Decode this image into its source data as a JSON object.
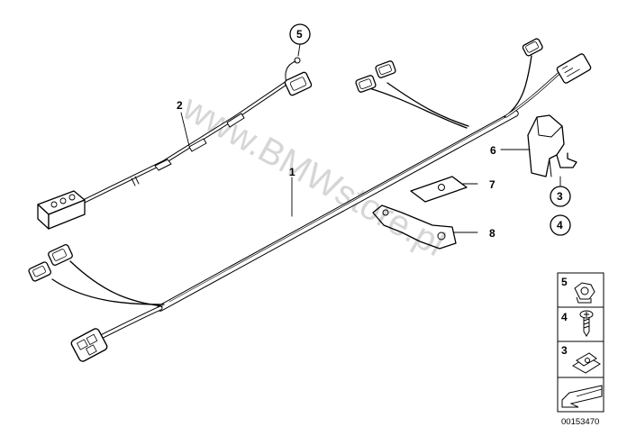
{
  "watermark": "www.BMWstore.pl",
  "callouts": {
    "c1": "1",
    "c2": "2",
    "c5_circle": "5",
    "c6": "6",
    "c7": "7",
    "c8": "8",
    "c3_circle": "3",
    "c4_circle": "4"
  },
  "legend": [
    {
      "number": "5",
      "icon": "hex-nut-icon"
    },
    {
      "number": "4",
      "icon": "screw-icon"
    },
    {
      "number": "3",
      "icon": "clip-nut-icon"
    }
  ],
  "document_number": "00153470"
}
